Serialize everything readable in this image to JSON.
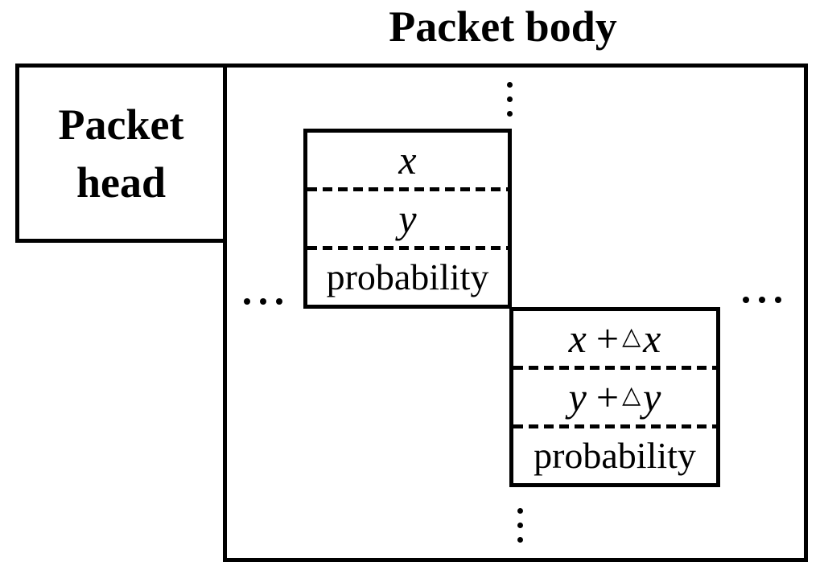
{
  "title": "Packet body",
  "packet_head": {
    "label": "Packet head"
  },
  "record1": {
    "field1": "x",
    "field2": "y",
    "field3": "probability"
  },
  "record2": {
    "field1": {
      "base": "x",
      "op": "+",
      "delta": "△",
      "increment": "x"
    },
    "field2": {
      "base": "y",
      "op": "+",
      "delta": "△",
      "increment": "y"
    },
    "field3": "probability"
  },
  "icons": {
    "ellipsis_top": "vertical-three-dots",
    "ellipsis_bottom": "vertical-three-dots",
    "ellipsis_left": "horizontal-three-dots",
    "ellipsis_right": "horizontal-three-dots"
  },
  "colors": {
    "line": "#000000",
    "background": "#ffffff"
  }
}
